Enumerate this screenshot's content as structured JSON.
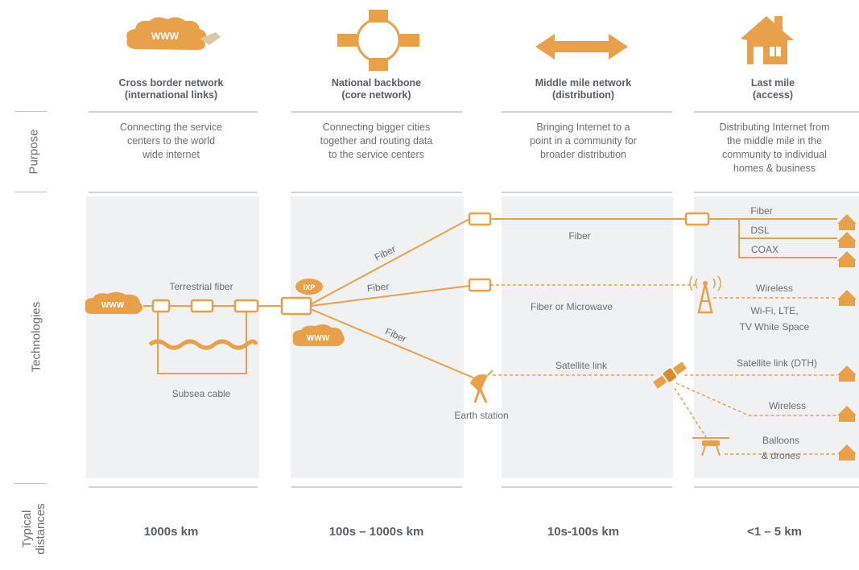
{
  "row_labels": {
    "purpose": "Purpose",
    "technologies": "Technologies",
    "distances_line1": "Typical",
    "distances_line2": "distances"
  },
  "columns": [
    {
      "title_line1": "Cross border network",
      "title_line2": "(international links)",
      "purpose": [
        "Connecting the service",
        "centers to the world",
        "wide internet"
      ],
      "distance": "1000s km",
      "icon": "cloud-www-icon"
    },
    {
      "title_line1": "National backbone",
      "title_line2": "(core network)",
      "purpose": [
        "Connecting bigger cities",
        "together and routing data",
        "to the service centers"
      ],
      "distance": "100s – 1000s km",
      "icon": "ring-network-icon"
    },
    {
      "title_line1": "Middle mile network",
      "title_line2": "(distribution)",
      "purpose": [
        "Bringing Internet to a",
        "point in a community for",
        "broader distribution"
      ],
      "distance": "10s-100s km",
      "icon": "double-arrow-icon"
    },
    {
      "title_line1": "Last mile",
      "title_line2": "(access)",
      "purpose": [
        "Distributing Internet from",
        "the middle mile in the",
        "community to individual",
        "homes & business"
      ],
      "distance": "<1 – 5 km",
      "icon": "house-icon"
    }
  ],
  "diagram": {
    "www": "WWW",
    "ixp": "IXP",
    "terrestrial_fiber": "Terrestrial fiber",
    "subsea_cable": "Subsea cable",
    "fiber": "Fiber",
    "fiber_upper": "Fiber",
    "fiber_middle": "Fiber",
    "fiber_lower": "Fiber",
    "fiber_or_microwave": "Fiber or Microwave",
    "satellite_link": "Satellite link",
    "earth_station": "Earth station",
    "lm_fiber": "Fiber",
    "lm_dsl": "DSL",
    "lm_coax": "COAX",
    "lm_wireless": "Wireless",
    "lm_wifi": "Wi-Fi, LTE,",
    "lm_tvws": "TV White Space",
    "lm_satellite": "Satellite link (DTH)",
    "lm_wireless2": "Wireless",
    "lm_balloons": "Balloons",
    "lm_drones": "& drones"
  },
  "colors": {
    "accent": "#e8a04a",
    "accent_dark": "#d88a2c",
    "panel": "#f0f1f3",
    "text": "#5a5d62"
  }
}
